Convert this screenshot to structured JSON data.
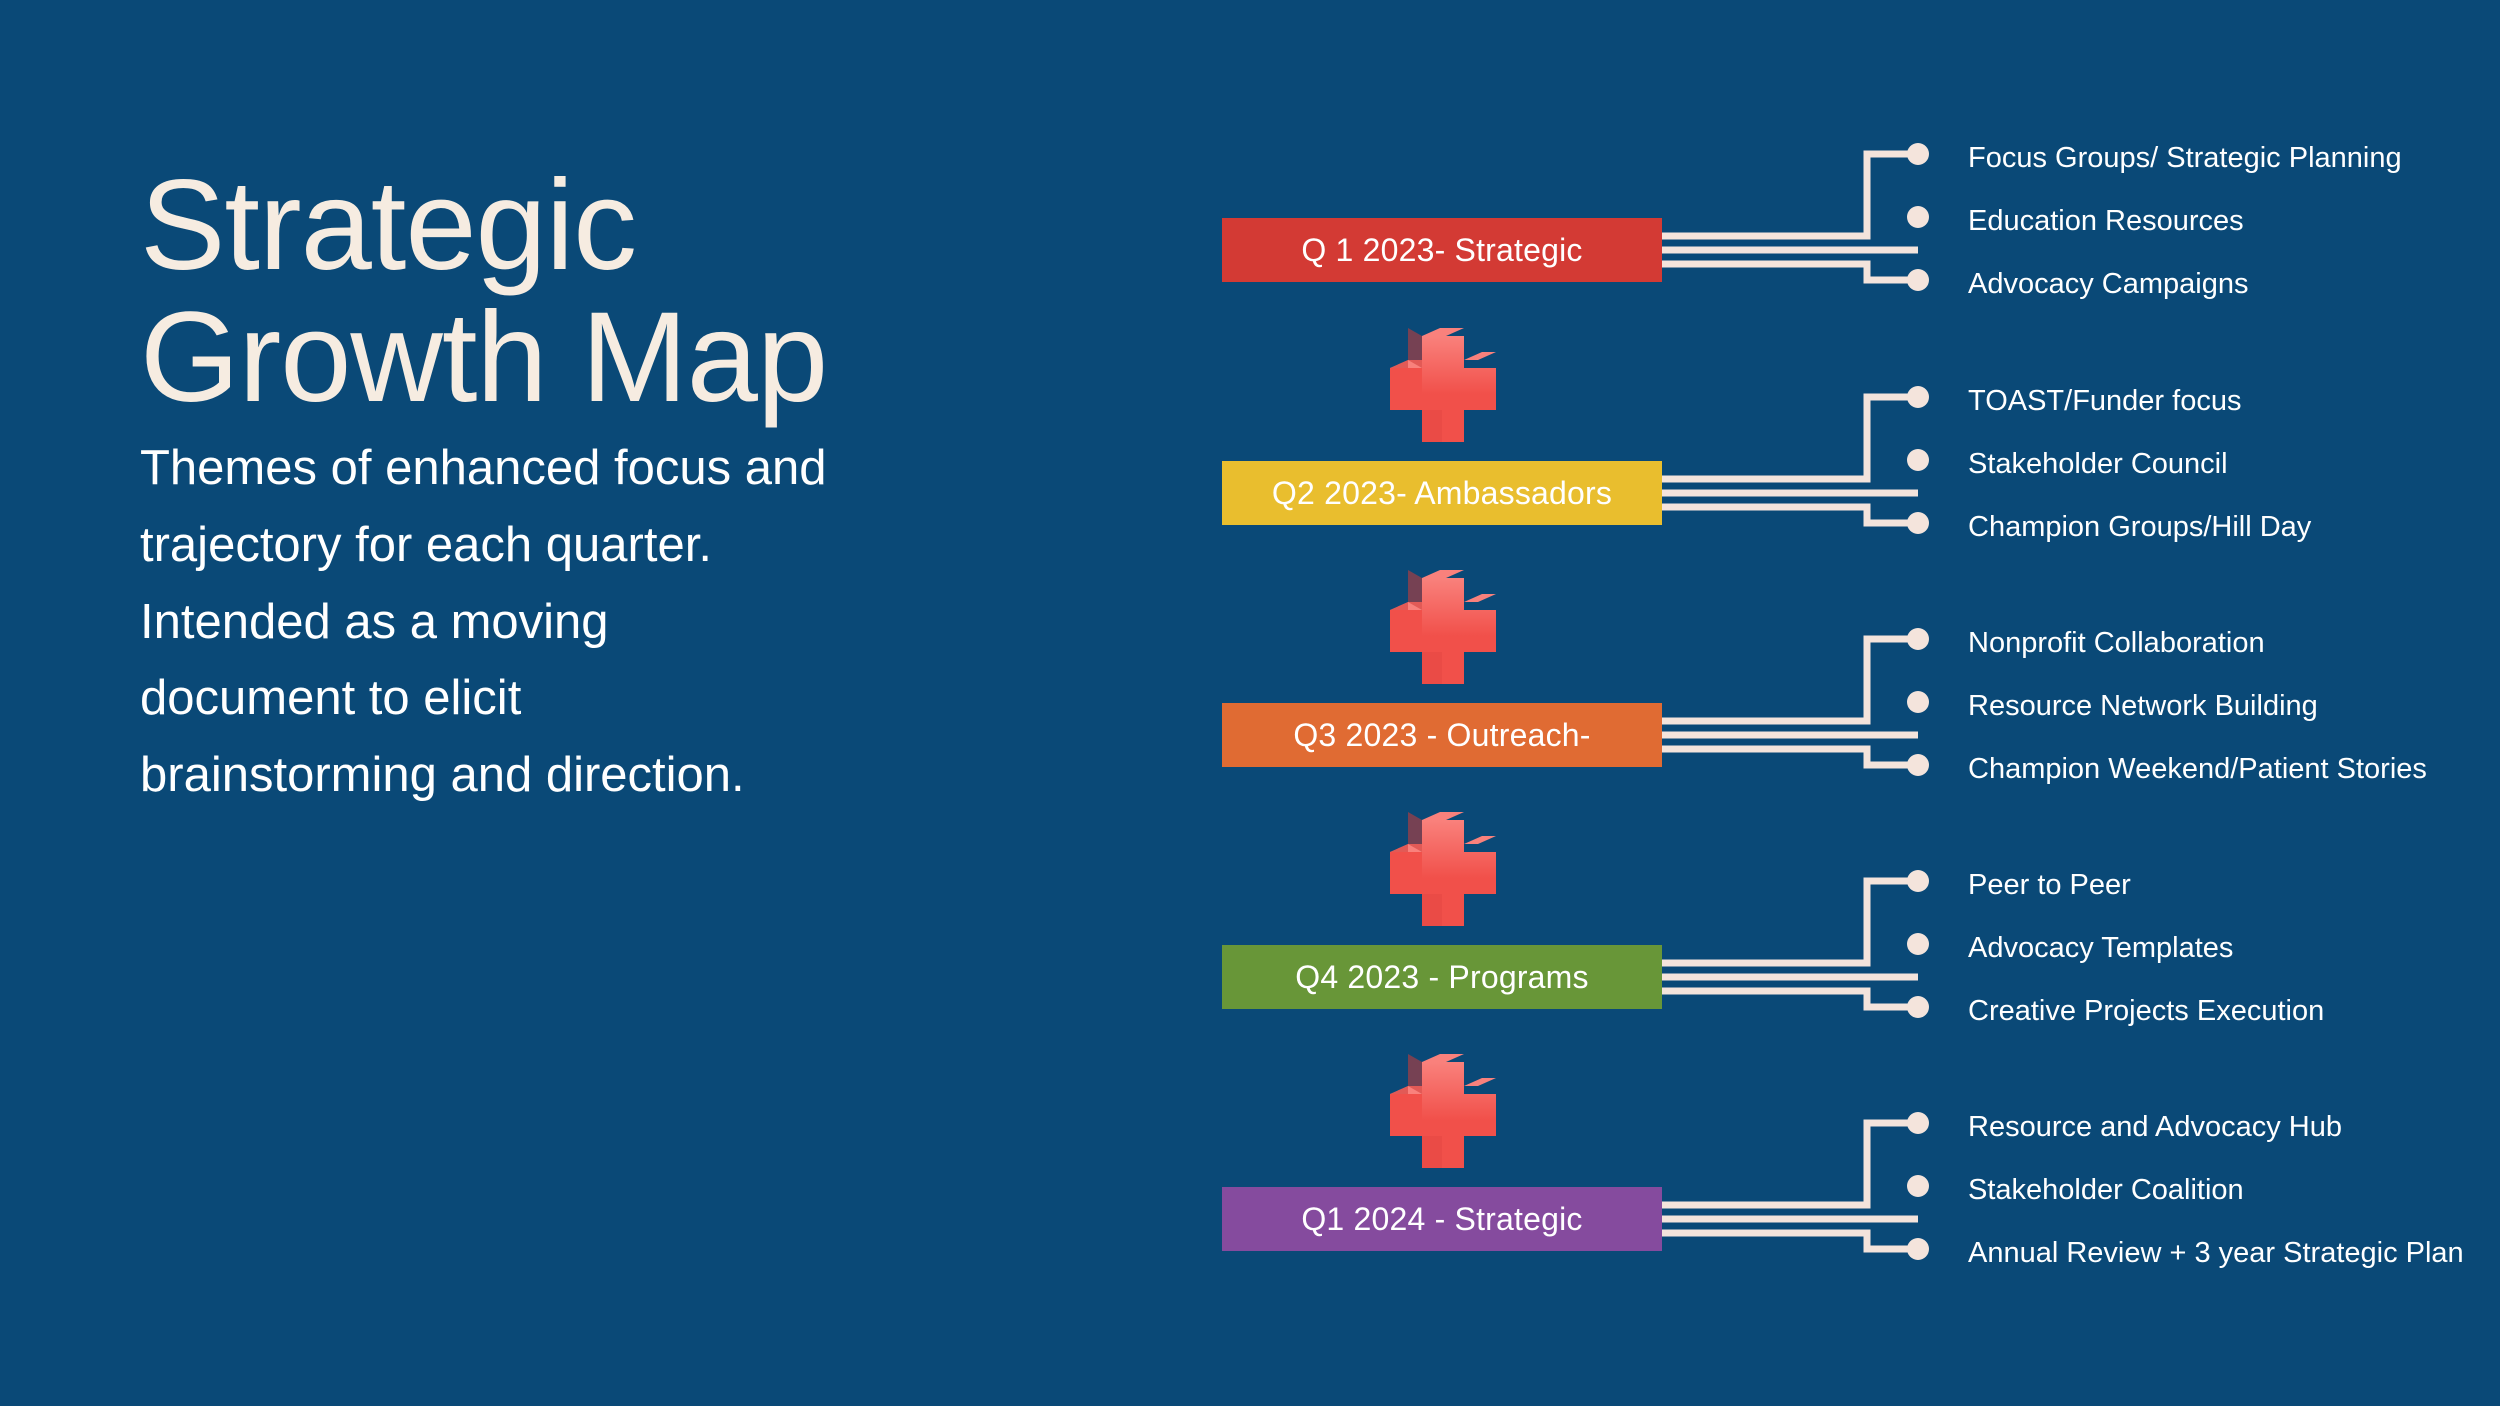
{
  "theme": {
    "background": "#0a4977",
    "title_color": "#f6ece1",
    "text_color": "#ffffff",
    "connector_color": "#f4e4dc",
    "plus_icon_color": "#f1504a",
    "plus_icon_light": "#f9817c",
    "plus_icon_dark": "#cf3a37"
  },
  "header": {
    "title": "Strategic\nGrowth Map",
    "subtitle": "Themes of enhanced focus and trajectory for each quarter. Intended as a moving document to elicit brainstorming and direction."
  },
  "roadmap": {
    "separator_icon": "plus-icon",
    "stages": [
      {
        "label": "Q 1 2023- Strategic",
        "color": "#d33a34",
        "branches": [
          "Focus Groups/ Strategic Planning",
          "Education Resources",
          "Advocacy Campaigns"
        ]
      },
      {
        "label": "Q2 2023- Ambassadors",
        "color": "#e9be2e",
        "branches": [
          "TOAST/Funder focus",
          "Stakeholder Council",
          "Champion Groups/Hill Day"
        ]
      },
      {
        "label": "Q3 2023 - Outreach-",
        "color": "#e06b33",
        "branches": [
          "Nonprofit Collaboration",
          "Resource Network Building",
          "Champion Weekend/Patient Stories"
        ]
      },
      {
        "label": "Q4 2023 - Programs",
        "color": "#689638",
        "branches": [
          "Peer to Peer",
          "Advocacy Templates",
          "Creative Projects Execution"
        ]
      },
      {
        "label": "Q1 2024 - Strategic",
        "color": "#854b9e",
        "branches": [
          "Resource and Advocacy Hub",
          "Stakeholder Coalition",
          "Annual Review + 3 year Strategic Plan"
        ]
      }
    ]
  }
}
